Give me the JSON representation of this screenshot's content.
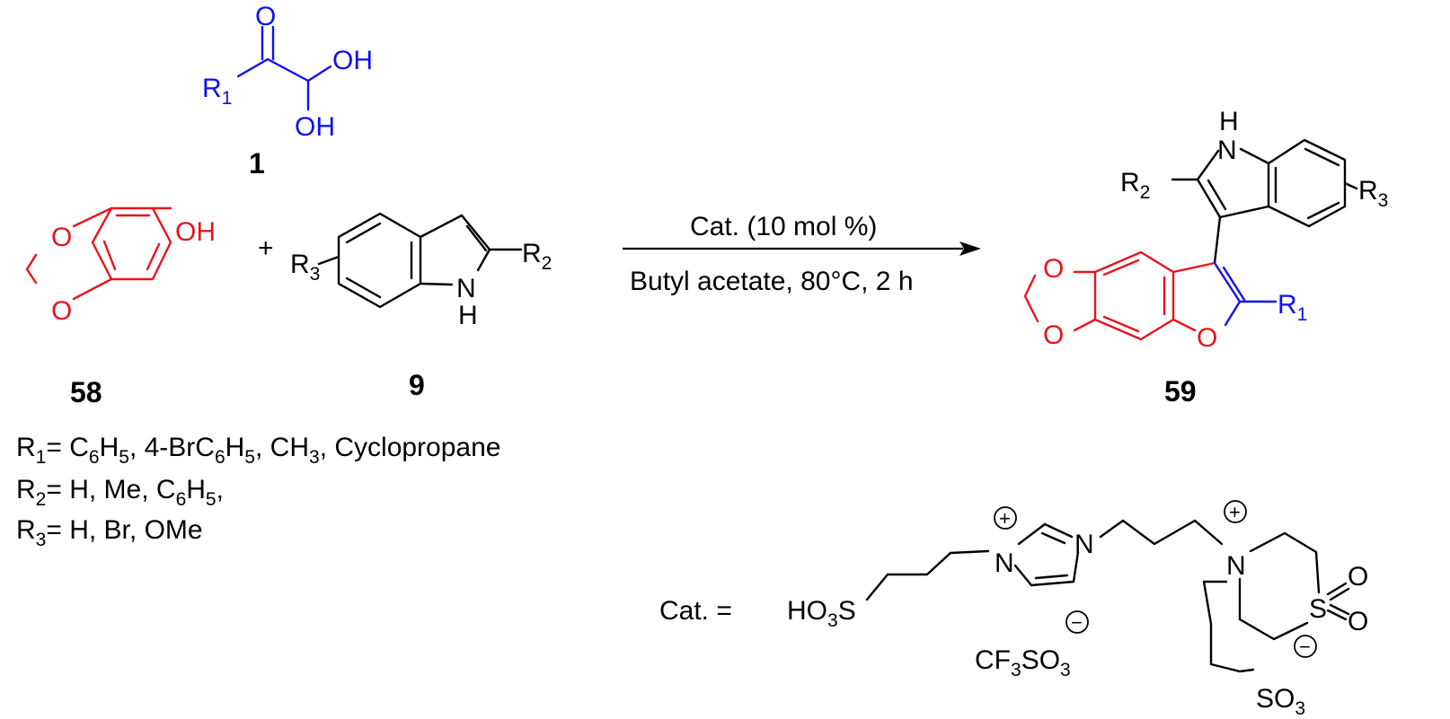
{
  "compounds": {
    "c1": {
      "number": "1",
      "r1": "R",
      "r1_sub": "1",
      "oxo": "O",
      "oh_a": "OH",
      "oh_b": "OH"
    },
    "c58": {
      "number": "58",
      "o_top": "O",
      "o_bottom": "O",
      "oh": "OH"
    },
    "c9": {
      "number": "9",
      "r3": "R",
      "r3_sub": "3",
      "r2": "R",
      "r2_sub": "2",
      "nh_n": "N",
      "nh_h": "H"
    },
    "c59": {
      "number": "59",
      "nh_h": "H",
      "nh_n": "N",
      "r2": "R",
      "r2_sub": "2",
      "r3": "R",
      "r3_sub": "3",
      "o_top": "O",
      "o_bottom": "O",
      "o_ring": "O",
      "r1": "R",
      "r1_sub": "1"
    }
  },
  "plus_sign": "+",
  "conditions": {
    "above": "Cat. (10 mol %)",
    "below": "Butyl acetate, 80°C, 2 h"
  },
  "substituents": {
    "r1": {
      "label": "R",
      "sub": "1",
      "eq": "= C",
      "s1": "6",
      "h": "H",
      "s2": "5",
      "rest1": ", 4-BrC",
      "s3": "6",
      "h2": "H",
      "s4": "5",
      "rest2": ", CH",
      "s5": "3",
      "rest3": ", Cyclopropane"
    },
    "r2": {
      "label": "R",
      "sub": "2",
      "eq": "= H, Me, C",
      "s1": "6",
      "h": "H",
      "s2": "5",
      "rest": ","
    },
    "r3": {
      "label": "R",
      "sub": "3",
      "rest": "= H, Br, OMe"
    }
  },
  "catalyst": {
    "prefix": "Cat. =",
    "ho3s_a": "HO",
    "ho3s_sub": "3",
    "ho3s_b": "S",
    "n_plus_1": "N",
    "n_2": "N",
    "n_plus_3": "N",
    "plus": "+",
    "minus": "−",
    "sulfone_s": "S",
    "sulfone_o1": "O",
    "sulfone_o2": "O",
    "anion_a": "CF",
    "anion_s1": "3",
    "anion_b": "SO",
    "anion_s2": "3",
    "so3_a": "SO",
    "so3_sub": "3"
  },
  "colors": {
    "reagent_58": "#e8141c",
    "reagent_1": "#1010f0",
    "default": "#000000"
  }
}
